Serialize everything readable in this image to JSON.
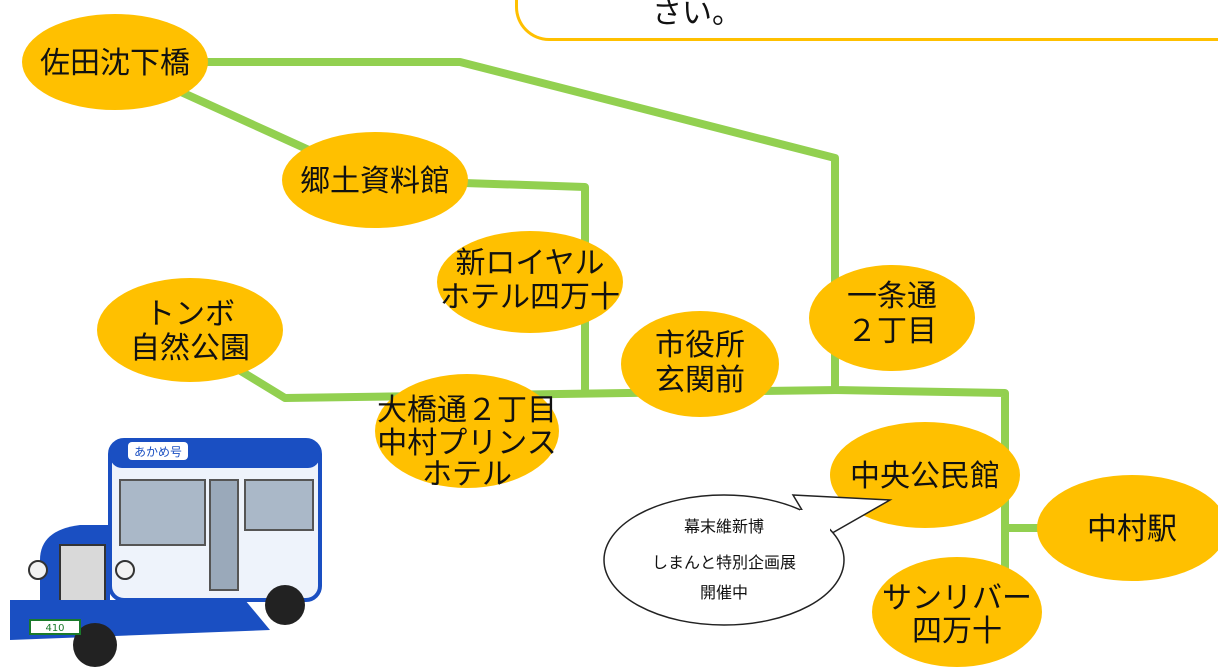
{
  "banner": {
    "text": "さい。"
  },
  "stops": {
    "sadachinka": "佐田沈下橋",
    "kyodo": "郷土資料館",
    "royal_1": "新ロイヤル",
    "royal_2": "ホテル四万十",
    "tonbo_1": "トンボ",
    "tonbo_2": "自然公園",
    "ohashi_1": "大橋通２丁目",
    "ohashi_2": "中村プリンス",
    "ohashi_3": "ホテル",
    "shiyakusho_1": "市役所",
    "shiyakusho_2": "玄関前",
    "ichijo_1": "一条通",
    "ichijo_2": "２丁目",
    "chuo": "中央公民館",
    "nakamura": "中村駅",
    "sunriver_1": "サンリバー",
    "sunriver_2": "四万十"
  },
  "speech_bubble": {
    "line1": "幕末維新博",
    "line2": "しまんと特別企画展",
    "line3": "開催中"
  },
  "bus": {
    "sign": "あかめ号",
    "plate": "410"
  },
  "colors": {
    "stop": "#ffc000",
    "route": "#92d050",
    "bus_blue": "#1a4fc2"
  }
}
